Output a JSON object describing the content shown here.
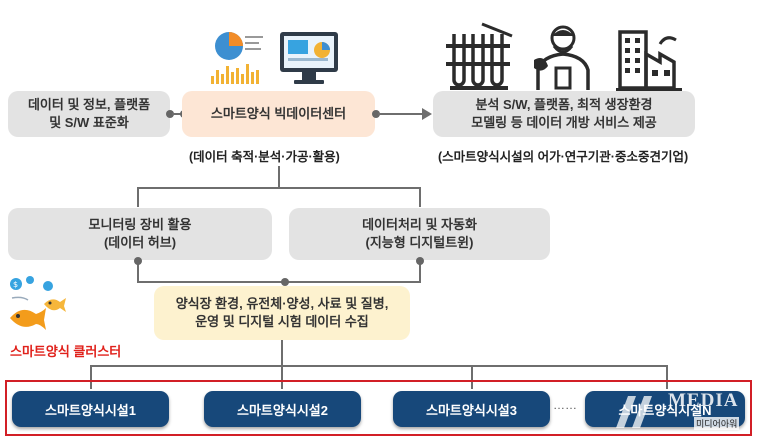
{
  "boxes": {
    "standardize": "데이터 및 정보, 플랫폼\n및 S/W 표준화",
    "center": "스마트양식 빅데이터센터",
    "open_service": "분석 S/W, 플랫폼, 최적 생장환경\n모델링 등 데이터 개방 서비스 제공",
    "monitoring": "모니터링 장비 활용\n(데이터 허브)",
    "processing": "데이터처리 및 자동화\n(지능형 디지털트윈)",
    "collect": "양식장 환경, 유전체·양성, 사료 및 질병,\n운영 및 디지털 시험 데이터 수집"
  },
  "captions": {
    "center_role": "(데이터 축적·분석·가공·활용)",
    "users": "(스마트양식시설의 어가·연구기관·중소중견기업)"
  },
  "cluster_label": "스마트양식 클러스터",
  "facilities": [
    "스마트양식시설1",
    "스마트양식시설2",
    "스마트양식시설3",
    "스마트양식시설N"
  ],
  "ellipsis": "……",
  "watermark": {
    "main": "MEDIA",
    "sub": "미디어아워"
  },
  "colors": {
    "facility_pill": "#17487a",
    "cluster_border": "#d21f26",
    "cluster_label": "#e0211b",
    "center_fill": "#fde6d5",
    "collect_fill": "#fdf2cf",
    "gray_fill": "#e3e3e3"
  }
}
